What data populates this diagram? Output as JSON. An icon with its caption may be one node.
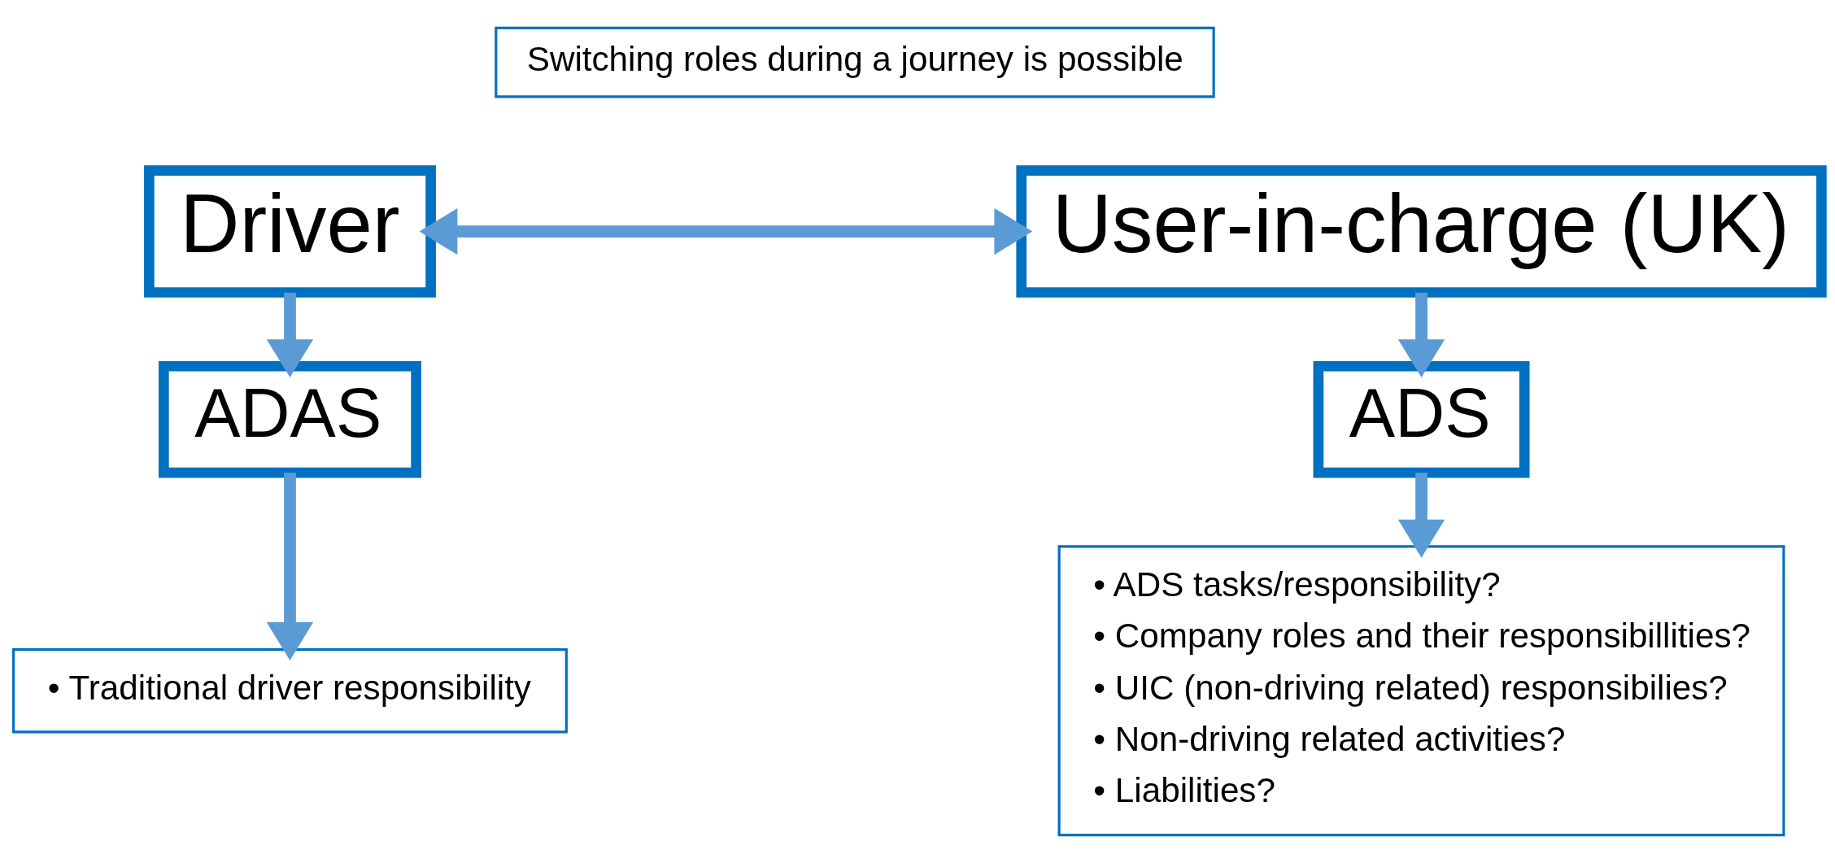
{
  "diagram": {
    "nodes": [
      {
        "text": [
          "Driver"
        ]
      },
      {
        "text": [
          "ADAS"
        ]
      },
      {
        "text": [
          "• Traditional driver responsibility"
        ]
      },
      {
        "text": [
          "Switching roles during a journey is possible"
        ]
      },
      {
        "text": [
          "User-in-charge (UK)"
        ]
      },
      {
        "text": [
          "ADS"
        ]
      },
      {
        "text": [
          "• ADS tasks/responsibility?",
          "• Company roles and their responsibillities?",
          "• UIC (non-driving related) responsibilies?",
          "• Non-driving related activities?",
          "• Liabilities?"
        ]
      }
    ],
    "edges": [
      {
        "from": 0,
        "to": 4,
        "arrow": "both"
      },
      {
        "from": 0,
        "to": 1,
        "arrow": "to"
      },
      {
        "from": 1,
        "to": 2,
        "arrow": "to"
      },
      {
        "from": 4,
        "to": 5,
        "arrow": "to"
      },
      {
        "from": 5,
        "to": 6,
        "arrow": "to"
      }
    ]
  }
}
